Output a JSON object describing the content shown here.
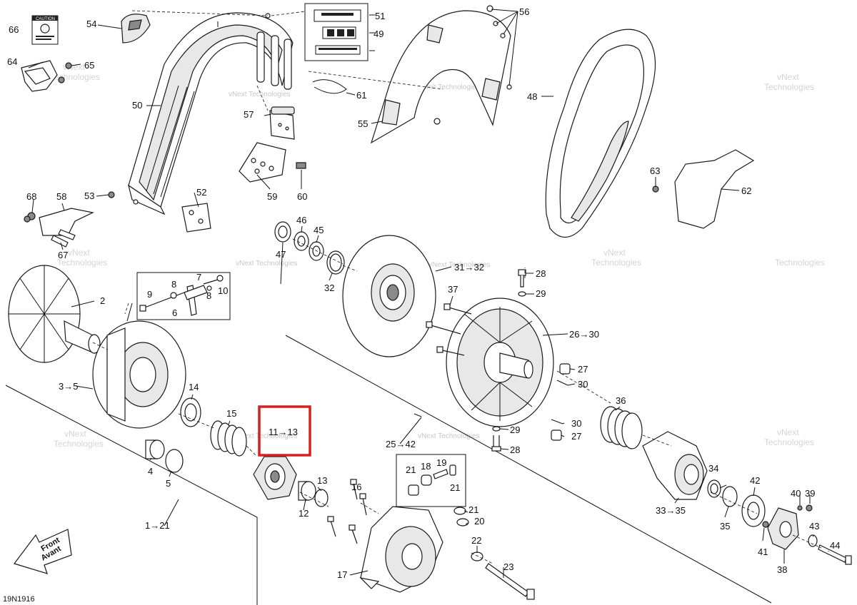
{
  "drawing_number": "19N1916",
  "front_label": {
    "en": "Front",
    "fr": "Avant"
  },
  "watermark": {
    "line1": "vNext",
    "line2": "Technologies",
    "full": "vNext Technologies"
  },
  "caution_label": {
    "title": "CAUTION"
  },
  "highlight_callout": "11→13",
  "callouts": {
    "c1": "1→21",
    "c2": "2",
    "c3": "3→5",
    "c4": "4",
    "c5": "5",
    "c6": "6",
    "c7": "7",
    "c8": "8",
    "c9": "9",
    "c10": "10",
    "c12": "12",
    "c13": "13",
    "c14": "14",
    "c15": "15",
    "c16": "16",
    "c17": "17",
    "c18": "18",
    "c19": "19",
    "c20": "20",
    "c21a": "21",
    "c21b": "21",
    "c21c": "21",
    "c22": "22",
    "c23": "23",
    "c25": "25→42",
    "c26": "26→30",
    "c27a": "27",
    "c27b": "27",
    "c28a": "28",
    "c28b": "28",
    "c29a": "29",
    "c29b": "29",
    "c30a": "30",
    "c30b": "30",
    "c31": "31→32",
    "c32": "32",
    "c33": "33→35",
    "c34": "34",
    "c35": "35",
    "c36": "36",
    "c37": "37",
    "c38": "38",
    "c39": "39",
    "c40": "40",
    "c41": "41",
    "c42": "42",
    "c43": "43",
    "c44": "44",
    "c45": "45",
    "c46": "46",
    "c47": "47",
    "c48": "48",
    "c49": "49",
    "c50": "50",
    "c51": "51",
    "c52": "52",
    "c53": "53",
    "c54": "54",
    "c55": "55",
    "c56": "56",
    "c57": "57",
    "c59": "59",
    "c60": "60",
    "c61": "61",
    "c62": "62",
    "c63": "63",
    "c64": "64",
    "c65": "65",
    "c66": "66",
    "c67": "67",
    "c68": "68",
    "c58": "58"
  }
}
